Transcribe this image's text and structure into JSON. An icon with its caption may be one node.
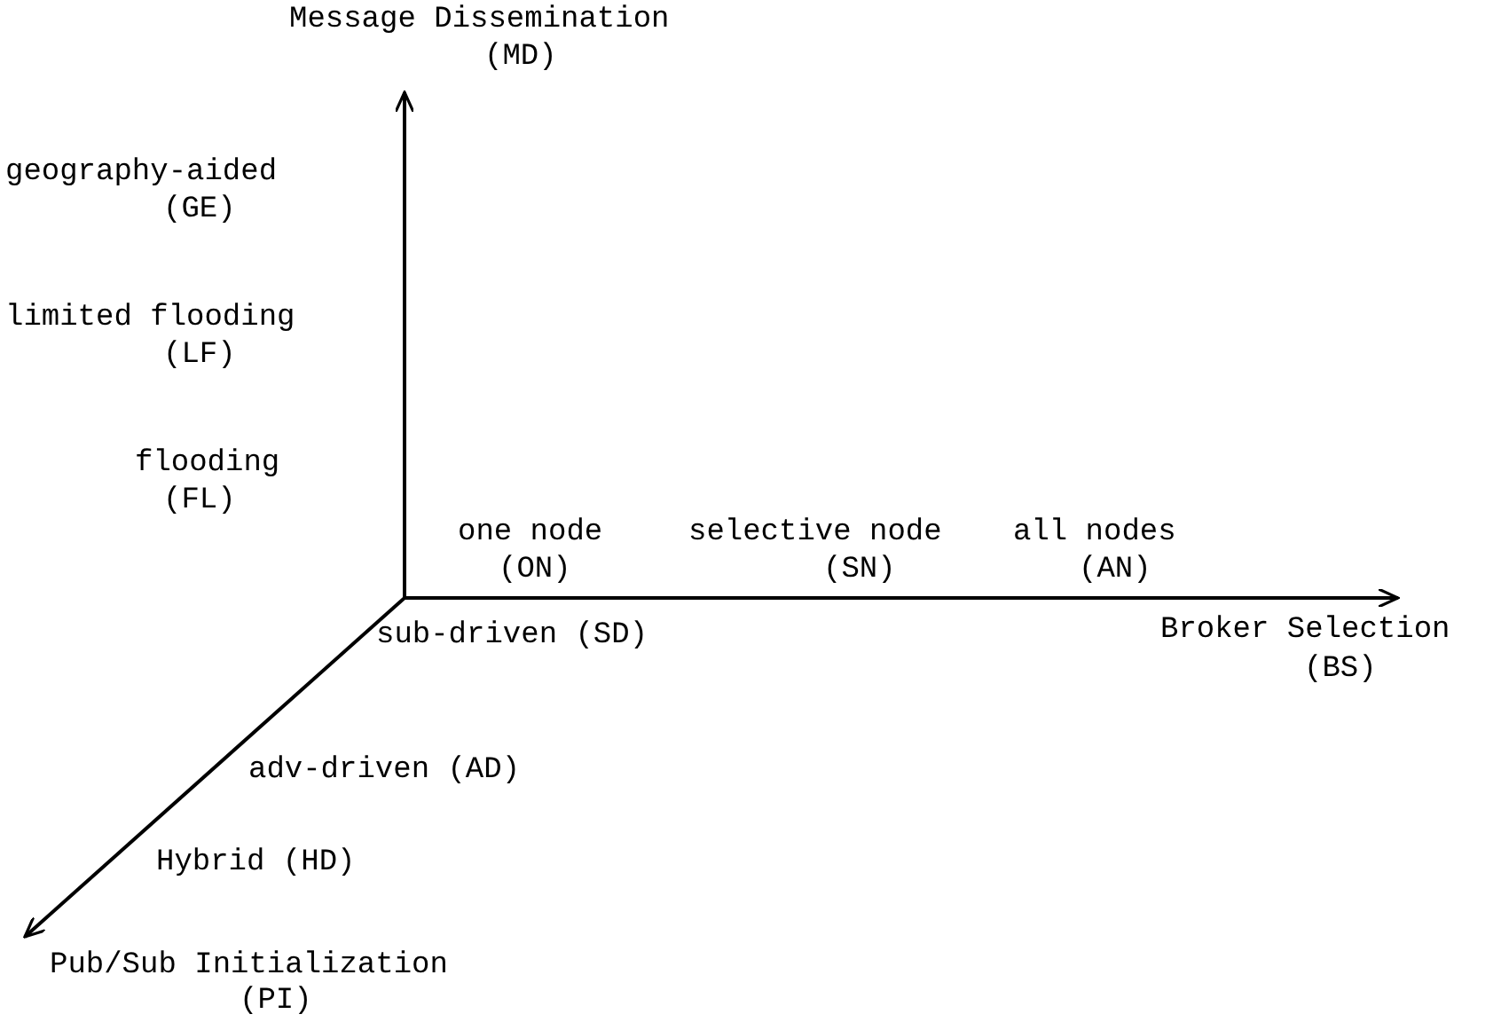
{
  "diagram": {
    "labels": [
      "Message Dissemination",
      "(MD)",
      "geography-aided",
      "(GE)",
      "limited flooding",
      "(LF)",
      "flooding",
      "(FL)",
      "one node",
      "(ON)",
      "selective node",
      "(SN)",
      "all nodes",
      "(AN)",
      "Broker Selection",
      "(BS)",
      "sub-driven (SD)",
      "adv-driven (AD)",
      "Hybrid (HD)",
      "Pub/Sub Initialization",
      "(PI)"
    ]
  }
}
